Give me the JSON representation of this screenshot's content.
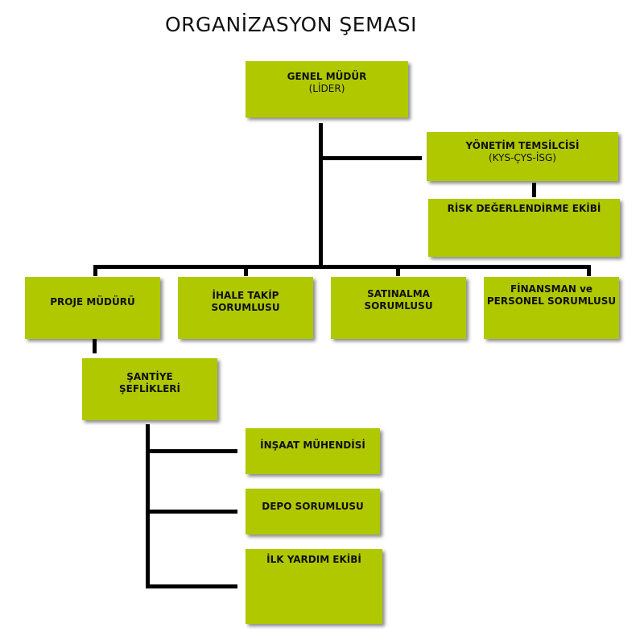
{
  "title": "ORGANİZASYON ŞEMASI",
  "colors": {
    "box": "#b0c800",
    "line": "#000000"
  },
  "nodes": {
    "genel_mudur": {
      "label": "GENEL MÜDÜR",
      "sub": "(LİDER)"
    },
    "yonetim_temsilcisi": {
      "label": "YÖNETİM TEMSİLCİSİ",
      "sub": "(KYS-ÇYS-İSG)"
    },
    "risk": {
      "label": "RİSK DEĞERLENDİRME EKİBİ"
    },
    "proje_muduru": {
      "label": "PROJE MÜDÜRÜ"
    },
    "ihale": {
      "line1": "İHALE TAKİP",
      "line2": "SORUMLUSU"
    },
    "satinalma": {
      "line1": "SATINALMA",
      "line2": "SORUMLUSU"
    },
    "finansman": {
      "line1": "FİNANSMAN ve",
      "line2": "PERSONEL SORUMLUSU"
    },
    "santiye": {
      "line1": "ŞANTİYE",
      "line2": "ŞEFLİKLERİ"
    },
    "insaat": {
      "label": "İNŞAAT MÜHENDİSİ"
    },
    "depo": {
      "label": "DEPO SORUMLUSU"
    },
    "ilk_yardim": {
      "label": "İLK YARDIM EKİBİ"
    }
  }
}
